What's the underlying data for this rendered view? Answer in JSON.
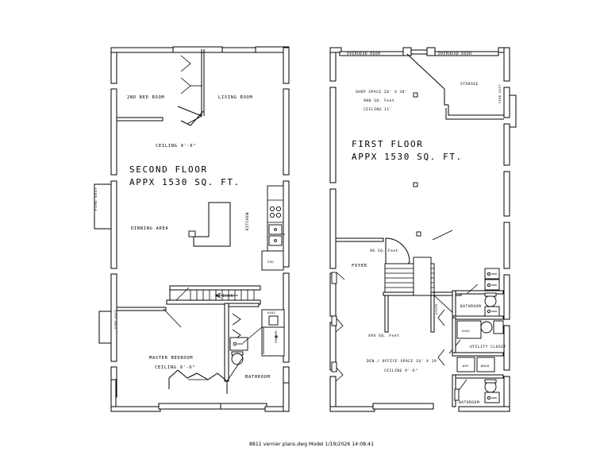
{
  "document": {
    "kind": "architectural-floor-plan",
    "footer_text": "8811 vernier plans.dwg Model 1/19/2026 14:08:41"
  },
  "second_floor": {
    "title_line1": "SECOND FLOOR",
    "title_line2": "APPX 1530 SQ. FT.",
    "ceiling_note": "CEILING 9'-6\"",
    "rooms": [
      {
        "id": "bed2",
        "label": "2ND BED ROOM"
      },
      {
        "id": "living",
        "label": "LIVING ROOM"
      },
      {
        "id": "dinning",
        "label": "DINNING AREA"
      },
      {
        "id": "kitchen",
        "label": "KITCHEN"
      },
      {
        "id": "master",
        "label": "MASTER BEDROOM"
      },
      {
        "id": "bath2",
        "label": "BATHROOM"
      }
    ],
    "master_ceiling": "CEILING 9'-6\"",
    "annotations": [
      {
        "id": "fire-exit-left",
        "label": "FIRE EXIT"
      },
      {
        "id": "fire-exit-lower",
        "label": "FIRE EXIT"
      },
      {
        "id": "stair-down",
        "label": "SW DOWN"
      }
    ],
    "fixtures": [
      {
        "id": "fridge",
        "label": "FRG"
      },
      {
        "id": "hvac",
        "label": "HVAC"
      },
      {
        "id": "shower",
        "label": "SHOWER"
      }
    ]
  },
  "first_floor": {
    "title_line1": "FIRST FLOOR",
    "title_line2": "APPX 1530 SQ. FT.",
    "shop": {
      "dimensions": "SHOP SPACE 26' X 38'",
      "area": "980 SQ. Feet",
      "ceiling": "CEILING 11'"
    },
    "foyer": {
      "label": "FOYER",
      "area": "96 SQ. Feet"
    },
    "den": {
      "area": "494 SQ. Feet",
      "dimensions": "DEN / OFFICE SPACE 16' X 19'",
      "ceiling": "CEILING 9'-6\""
    },
    "rooms": [
      {
        "id": "storage",
        "label": "STORAGE"
      },
      {
        "id": "bath-up",
        "label": "BATHROOM"
      },
      {
        "id": "bath-low",
        "label": "BATHROOM"
      },
      {
        "id": "utility",
        "label": "UTILITY CLOSET"
      }
    ],
    "annotations": [
      {
        "id": "overhead-door-left",
        "label": "OVERHEAD DOOR"
      },
      {
        "id": "overhead-door-right",
        "label": "OVERHEAD DOOR"
      },
      {
        "id": "fire-exit-right",
        "label": "FIRE EXIT"
      }
    ],
    "fixtures": [
      {
        "id": "hvac",
        "label": "HVAC"
      },
      {
        "id": "dryer",
        "label": "DRY"
      },
      {
        "id": "washer",
        "label": "WASH"
      },
      {
        "id": "stair",
        "label": "STAIR"
      }
    ]
  },
  "colors": {
    "ink": "#000000",
    "paper": "#ffffff"
  }
}
